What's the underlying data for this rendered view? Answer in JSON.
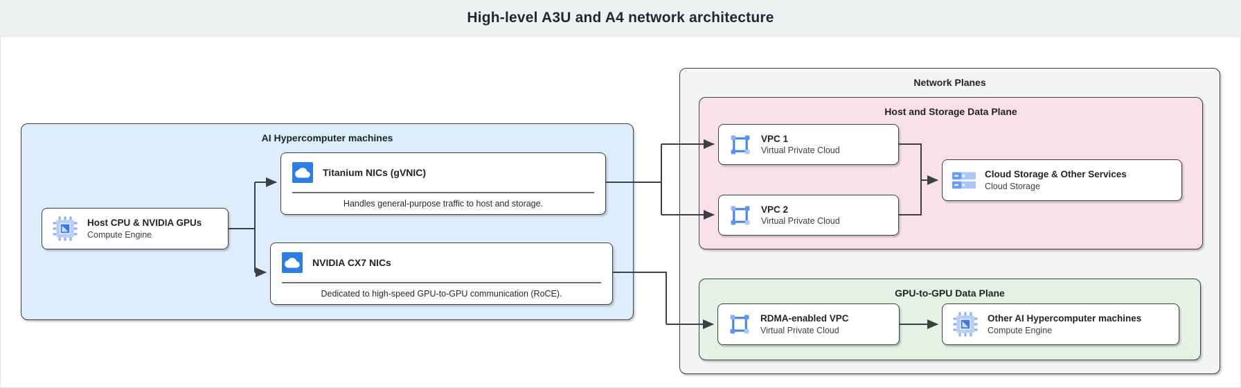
{
  "header": {
    "title": "High-level A3U and A4 network architecture"
  },
  "containers": {
    "ai": {
      "label": "AI Hypercomputer machines"
    },
    "planes": {
      "label": "Network Planes"
    },
    "host_storage": {
      "label": "Host and Storage Data Plane"
    },
    "gpu": {
      "label": "GPU-to-GPU Data Plane"
    }
  },
  "nodes": {
    "host": {
      "title": "Host CPU & NVIDIA GPUs",
      "subtitle": "Compute Engine",
      "icon": "compute-engine-icon"
    },
    "titanium": {
      "title": "Titanium NICs (gVNIC)",
      "caption": "Handles general-purpose traffic to host and storage.",
      "icon": "cloud-icon"
    },
    "cx7": {
      "title": "NVIDIA CX7 NICs",
      "caption": "Dedicated to high-speed GPU-to-GPU communication (RoCE).",
      "icon": "cloud-icon"
    },
    "vpc1": {
      "title": "VPC 1",
      "subtitle": "Virtual Private Cloud",
      "icon": "vpc-icon"
    },
    "vpc2": {
      "title": "VPC 2",
      "subtitle": "Virtual Private Cloud",
      "icon": "vpc-icon"
    },
    "storage": {
      "title": "Cloud Storage & Other Services",
      "subtitle": "Cloud Storage",
      "icon": "cloud-storage-icon"
    },
    "rdma": {
      "title": "RDMA-enabled VPC",
      "subtitle": "Virtual Private Cloud",
      "icon": "vpc-icon"
    },
    "other": {
      "title": "Other AI Hypercomputer machines",
      "subtitle": "Compute Engine",
      "icon": "compute-engine-icon"
    }
  },
  "colors": {
    "ai_fill": "#ddedfb",
    "planes_fill": "#f3f4f4",
    "host_storage_fill": "#f9e1ea",
    "gpu_fill": "#e5f1e5",
    "wire": "#3b4045",
    "icon_blue": "#2b7de9",
    "icon_blue_mid": "#669df6",
    "icon_blue_light": "#a8c7fa"
  }
}
